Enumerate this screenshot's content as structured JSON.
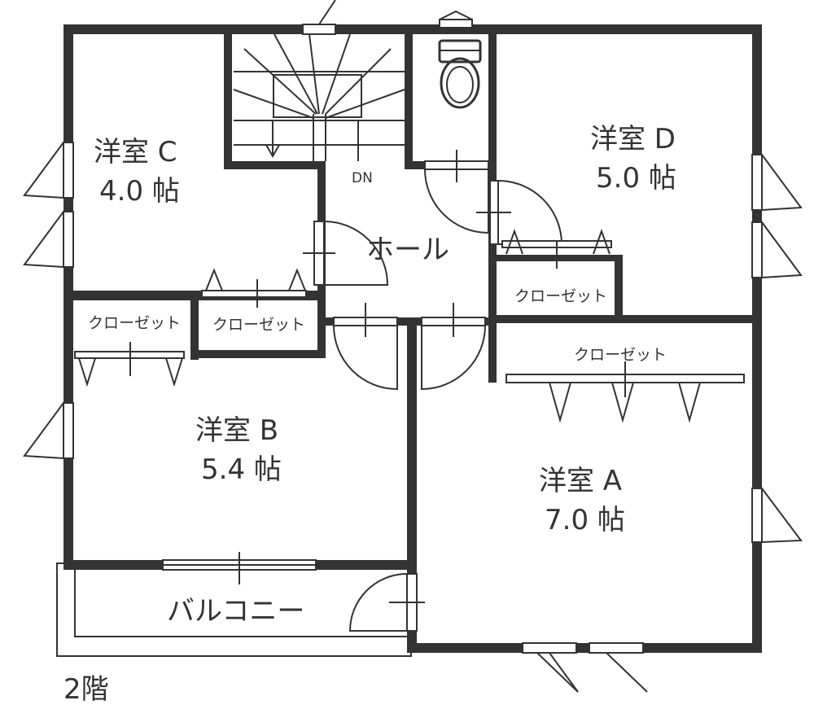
{
  "floor_label": "2階",
  "rooms": {
    "c": {
      "name": "洋室 C",
      "size": "4.0 帖"
    },
    "d": {
      "name": "洋室 D",
      "size": "5.0 帖"
    },
    "b": {
      "name": "洋室 B",
      "size": "5.4 帖"
    },
    "a": {
      "name": "洋室 A",
      "size": "7.0 帖"
    }
  },
  "hall": "ホール",
  "stairs_dn": "DN",
  "balcony": "バルコニー",
  "closets": {
    "c_right": "クローゼット",
    "b_left": "クローゼット",
    "d": "クローゼット",
    "a": "クローゼット"
  },
  "colors": {
    "wall": "#333333",
    "background": "#ffffff"
  }
}
